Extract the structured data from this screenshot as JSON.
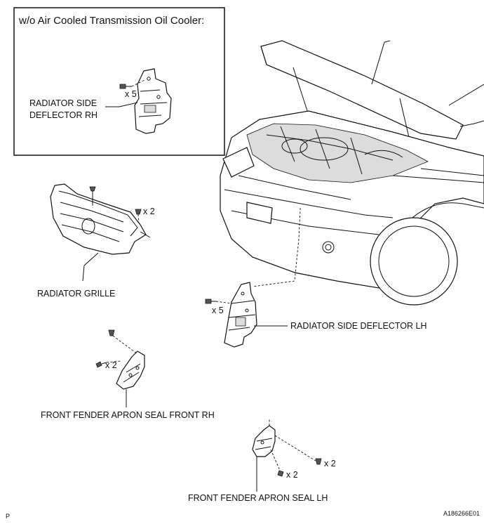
{
  "inset": {
    "title": "w/o Air Cooled Transmission Oil Cooler:",
    "deflector_rh_label_line1": "RADIATOR SIDE",
    "deflector_rh_label_line2": "DEFLECTOR RH",
    "bolt_qty": "x 5"
  },
  "labels": {
    "radiator_grille": "RADIATOR GRILLE",
    "grille_clip_qty": "x 2",
    "deflector_lh": "RADIATOR SIDE DEFLECTOR LH",
    "deflector_lh_bolt_qty": "x 5",
    "apron_seal_front_rh": "FRONT FENDER APRON SEAL FRONT RH",
    "apron_rh_screw_qty": "x 2",
    "apron_seal_lh": "FRONT FENDER APRON SEAL LH",
    "apron_lh_clip_qty": "x 2",
    "apron_lh_screw_qty": "x 2"
  },
  "footer": {
    "left_mark": "P",
    "figure_id": "A186266E01"
  },
  "icons": [
    "bolt-icon",
    "clip-icon",
    "screw-icon"
  ]
}
